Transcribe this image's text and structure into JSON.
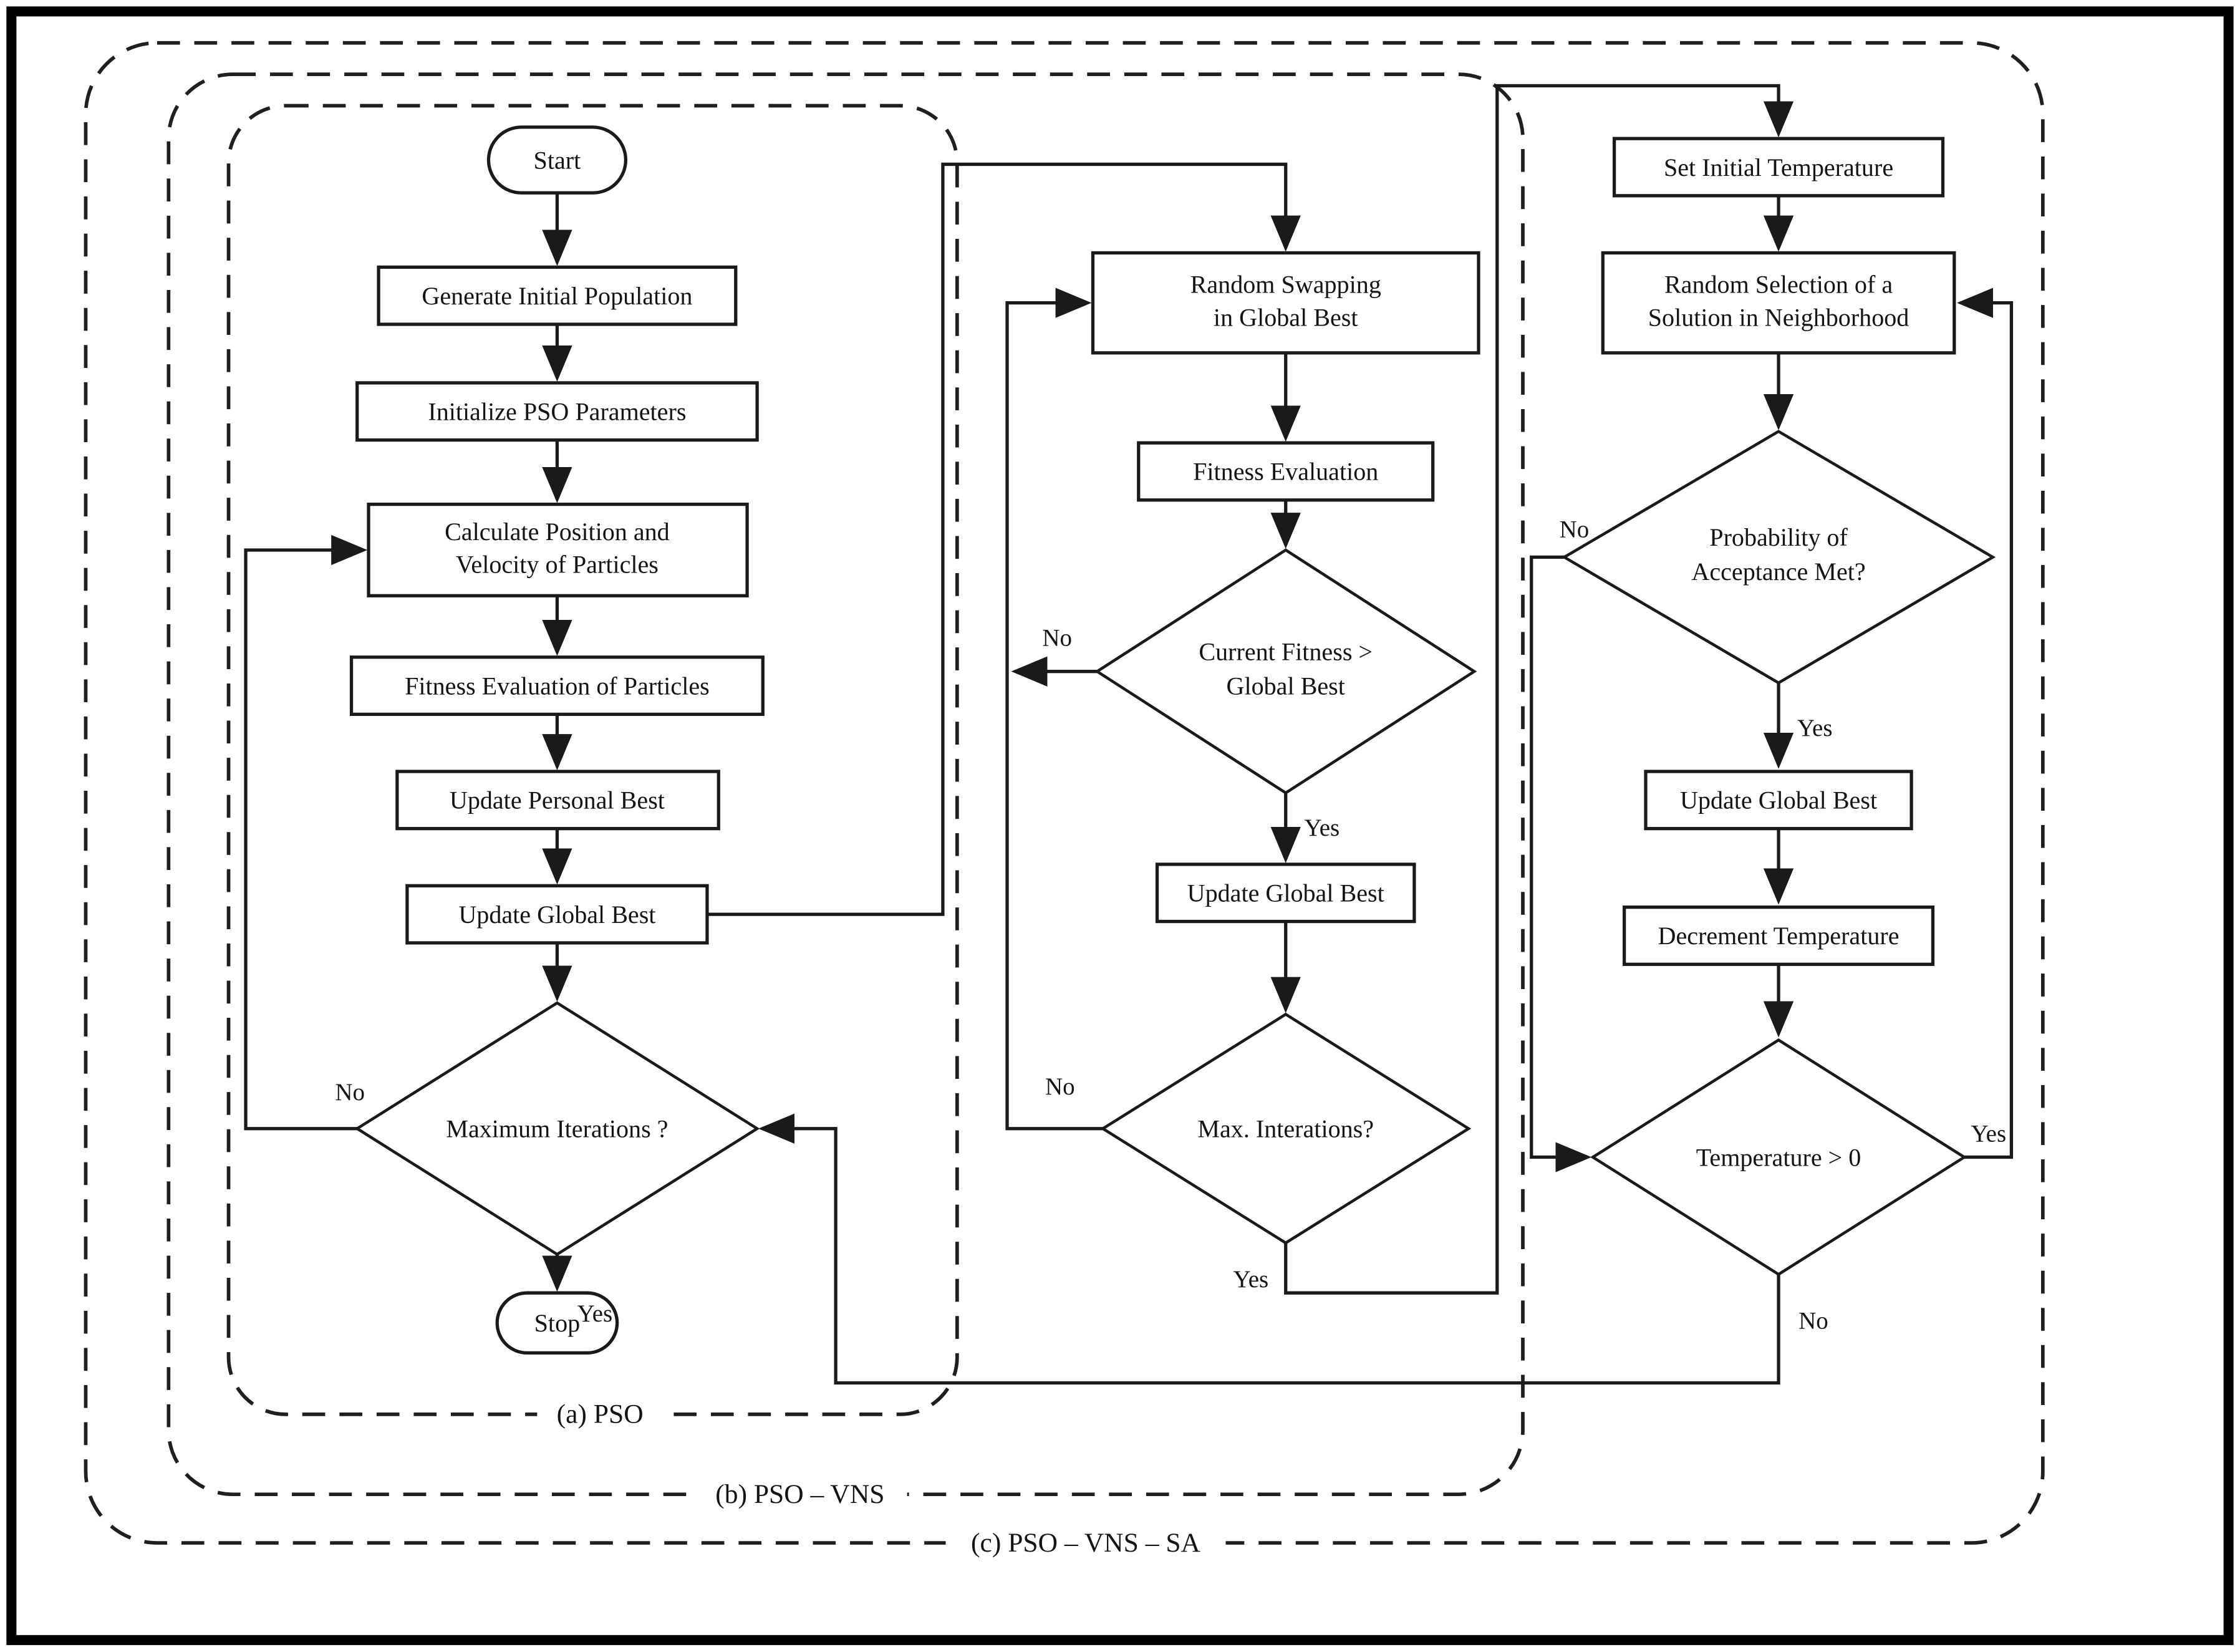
{
  "nodes": {
    "start": "Start",
    "generate_population": "Generate Initial Population",
    "initialize_pso": "Initialize PSO Parameters",
    "calc_position": {
      "line1": "Calculate Position and",
      "line2": "Velocity of Particles"
    },
    "fitness_particles": "Fitness Evaluation of Particles",
    "update_personal": "Update Personal Best",
    "update_global_pso": "Update Global Best",
    "max_iterations_pso": "Maximum Iterations ?",
    "stop": "Stop",
    "random_swapping": {
      "line1": "Random Swapping",
      "line2": "in Global Best"
    },
    "fitness_evaluation": "Fitness Evaluation",
    "current_fitness": {
      "line1": "Current Fitness >",
      "line2": "Global Best"
    },
    "update_global_vns": "Update Global Best",
    "max_iterations_vns": "Max. Interations?",
    "set_initial_temp": "Set Initial Temperature",
    "random_selection": {
      "line1": "Random Selection of a",
      "line2": "Solution in Neighborhood"
    },
    "prob_acceptance": {
      "line1": "Probability of",
      "line2": "Acceptance Met?"
    },
    "update_global_sa": "Update Global Best",
    "decrement_temp": "Decrement Temperature",
    "temp_gt_zero": "Temperature > 0"
  },
  "branch": {
    "yes": "Yes",
    "no": "No"
  },
  "sections": {
    "a": "(a) PSO",
    "b": "(b) PSO – VNS",
    "c": "(c) PSO – VNS – SA"
  },
  "colors": {
    "ink": "#1a1a1a",
    "background": "#ffffff"
  }
}
